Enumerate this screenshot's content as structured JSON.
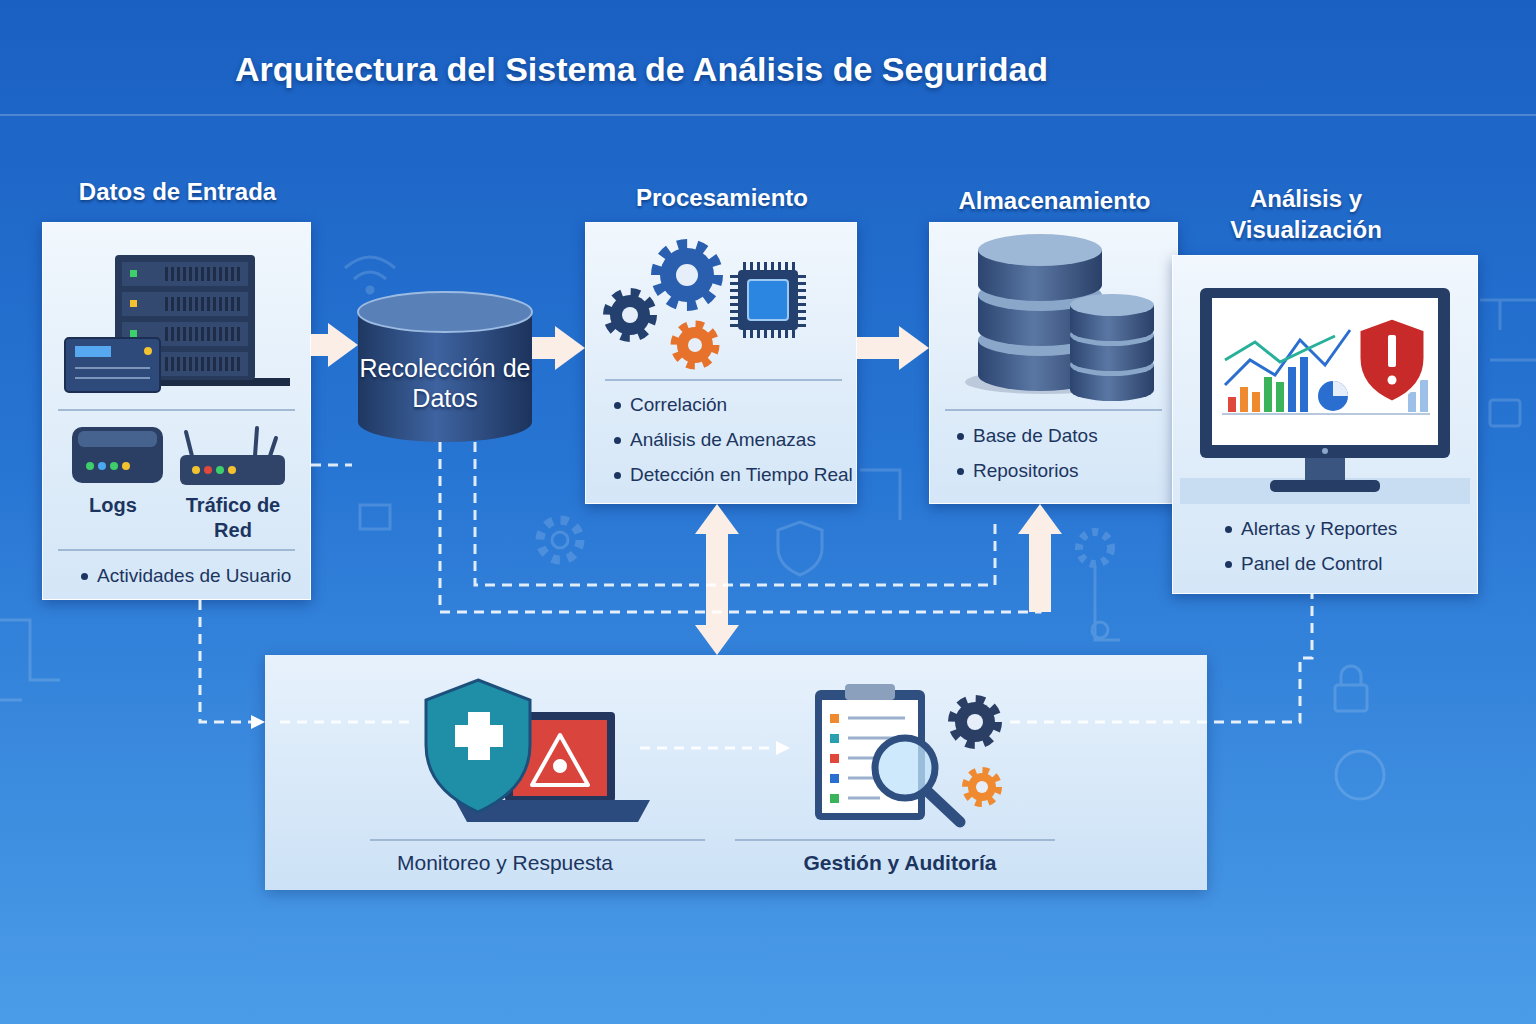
{
  "diagram": {
    "title": "Arquitectura del Sistema de Análisis de Seguridad",
    "nodes": [
      {
        "text": [
          "Datos de Entrada",
          "Logs",
          "Tráfico de Red",
          "Actividades de Usuario"
        ]
      },
      {
        "text": [
          "Recolección de Datos"
        ]
      },
      {
        "text": [
          "Procesamiento",
          "Correlación",
          "Análisis de Amenazas",
          "Detección en Tiempo Real"
        ]
      },
      {
        "text": [
          "Almacenamiento",
          "Base de Datos",
          "Repositorios"
        ]
      },
      {
        "text": [
          "Análisis y Visualización",
          "Alertas y Reportes",
          "Panel de Control"
        ]
      },
      {
        "text": []
      },
      {
        "text": [
          "Monitoreo y Respuesta"
        ],
        "in": 5
      },
      {
        "text": [
          "Gestión y Auditoría"
        ],
        "in": 5
      }
    ],
    "edges": [
      {
        "from": 0,
        "to": 1,
        "arrow": "to"
      },
      {
        "from": 1,
        "to": 2,
        "arrow": "to"
      },
      {
        "from": 2,
        "to": 3,
        "arrow": "to"
      },
      {
        "from": 2,
        "to": 5,
        "arrow": "both"
      },
      {
        "from": 1,
        "to": 3,
        "arrow": "to"
      },
      {
        "from": 0,
        "to": 5,
        "arrow": "to"
      },
      {
        "from": 6,
        "to": 7,
        "arrow": "to"
      },
      {
        "from": 7,
        "to": 4,
        "arrow": "none"
      }
    ]
  }
}
